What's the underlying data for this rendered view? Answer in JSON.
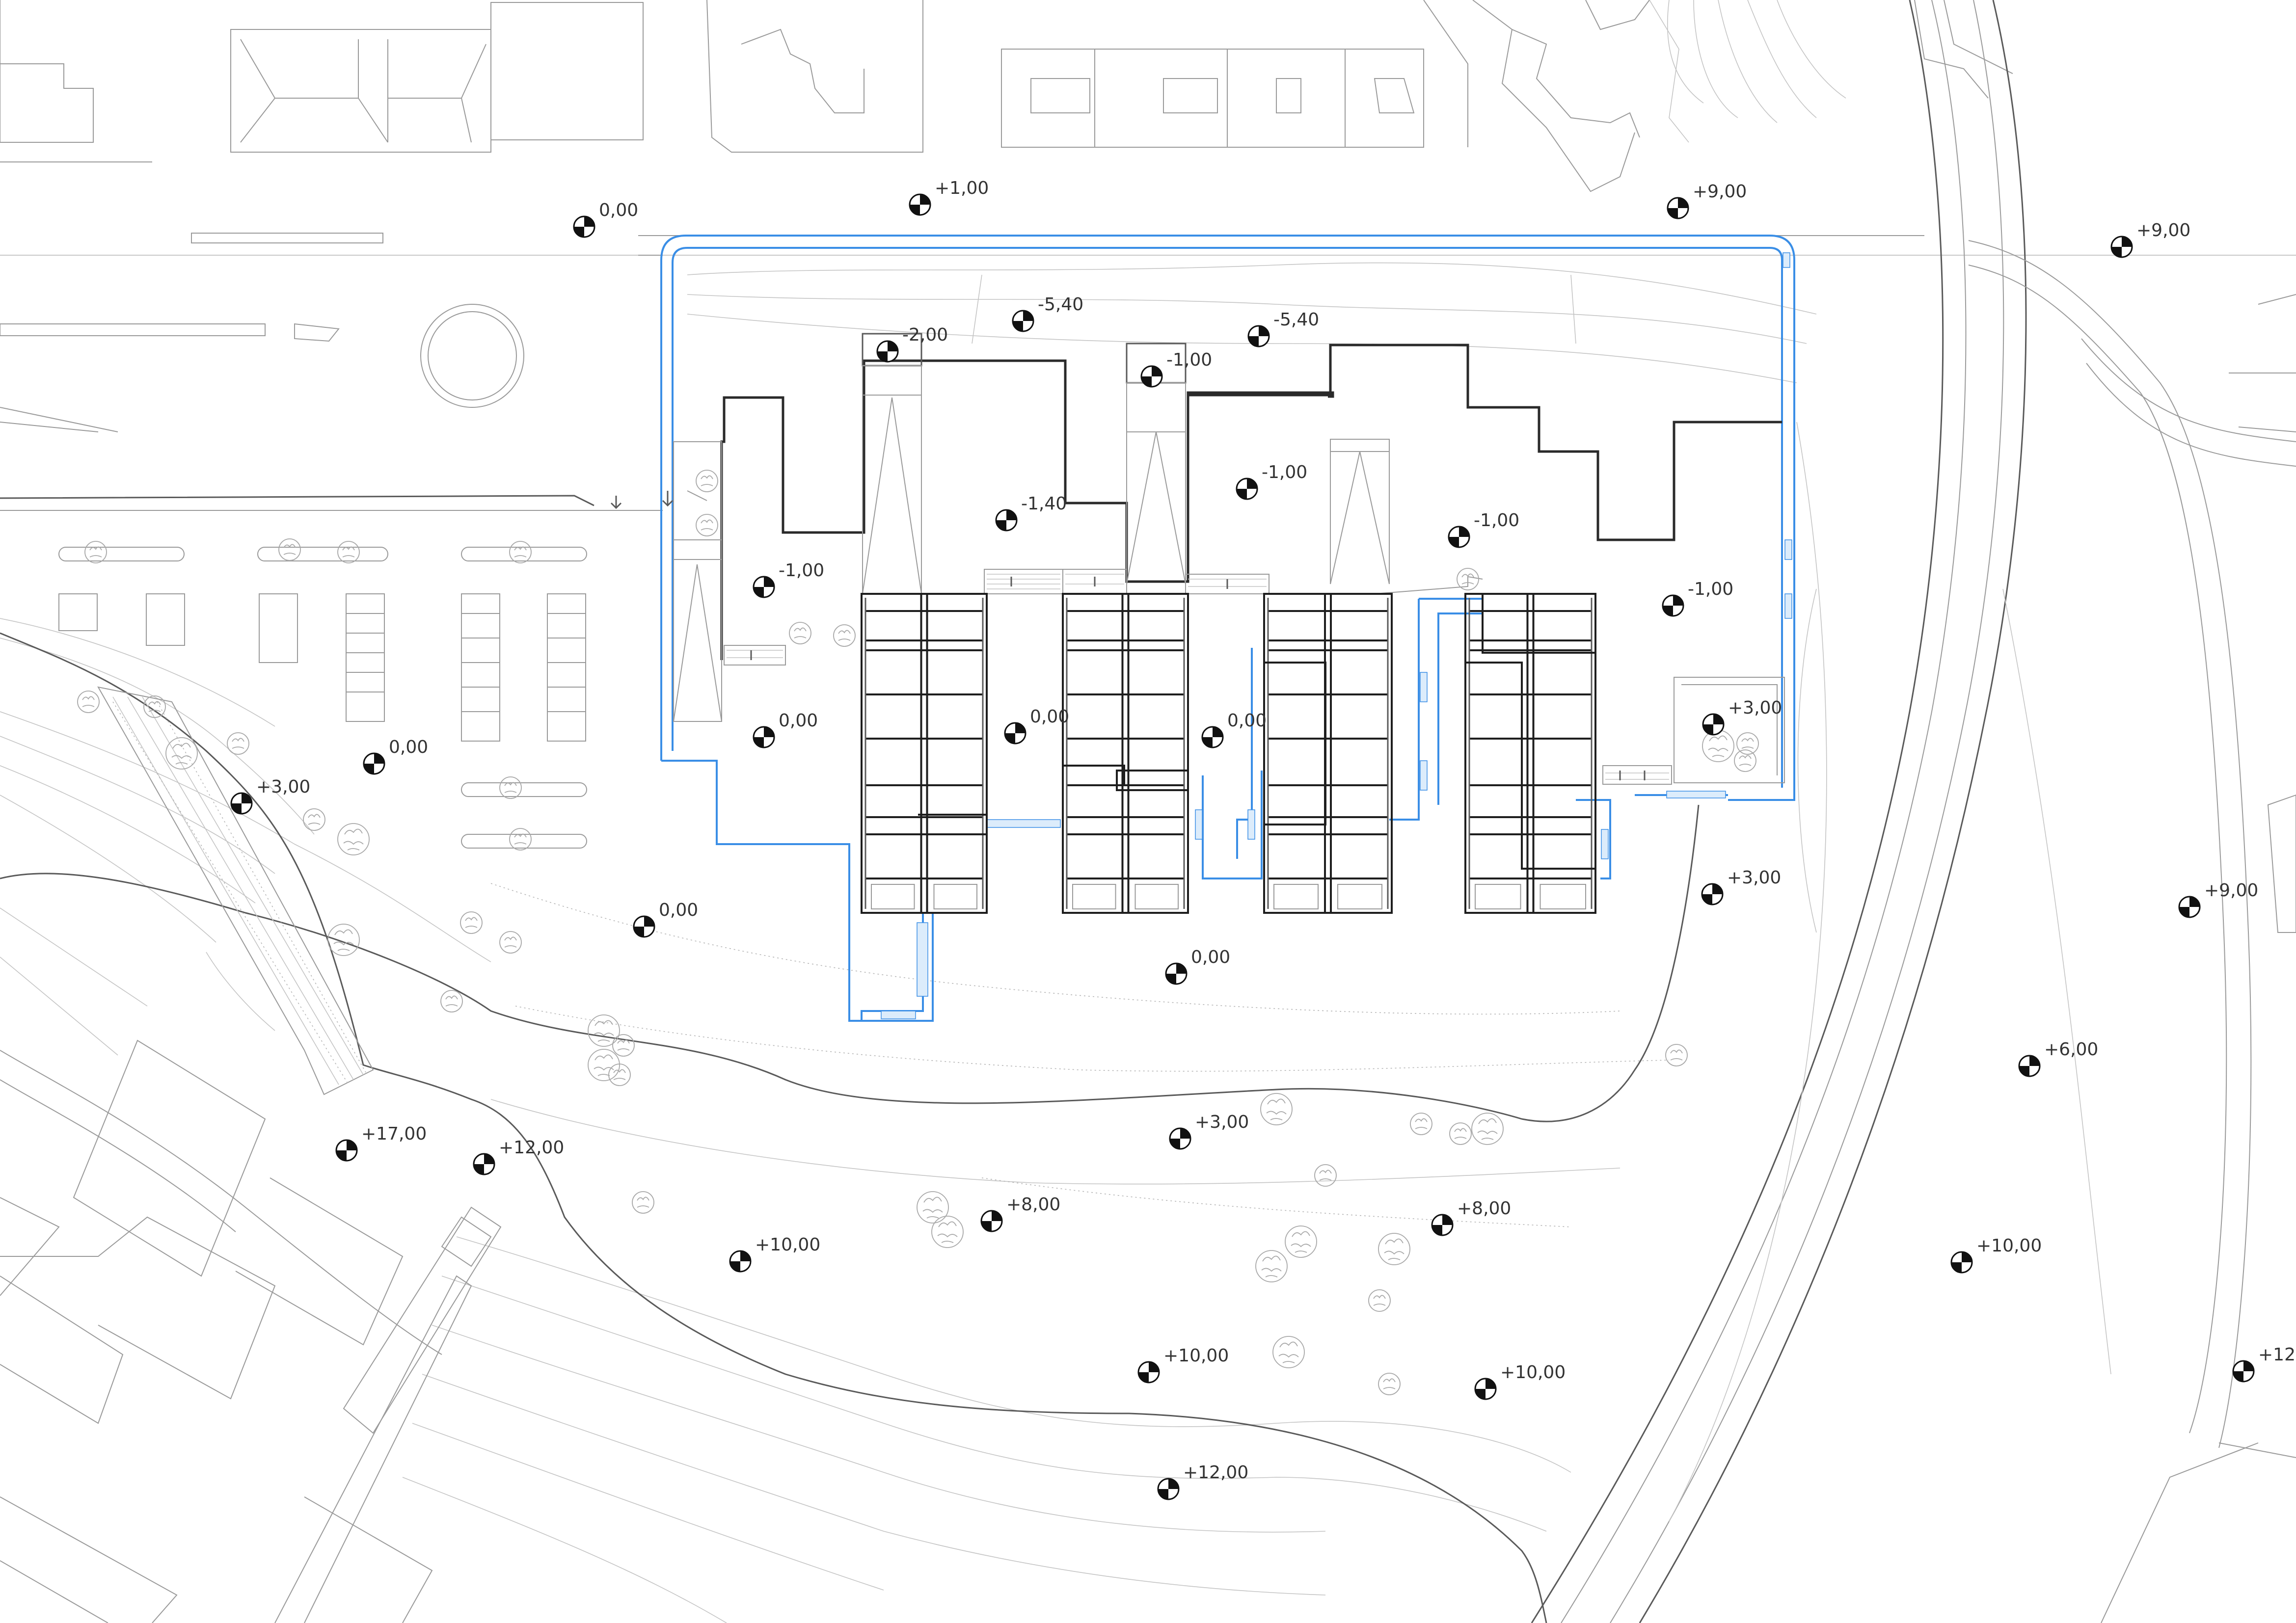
{
  "drawing": {
    "type": "site plan",
    "colors": {
      "line": "#2a2a2a",
      "context": "#9a9a9a",
      "path": "#3a8ee6",
      "background": "#ffffff"
    }
  },
  "levels": [
    {
      "id": "l01",
      "label": "0,00"
    },
    {
      "id": "l02",
      "label": "+1,00"
    },
    {
      "id": "l03",
      "label": "+9,00"
    },
    {
      "id": "l04",
      "label": "+9,00"
    },
    {
      "id": "l05",
      "label": "-2,00"
    },
    {
      "id": "l06",
      "label": "-5,40"
    },
    {
      "id": "l07",
      "label": "-5,40"
    },
    {
      "id": "l08",
      "label": "-1,00"
    },
    {
      "id": "l09",
      "label": "-1,00"
    },
    {
      "id": "l10",
      "label": "-1,40"
    },
    {
      "id": "l11",
      "label": "-1,00"
    },
    {
      "id": "l12",
      "label": "-1,00"
    },
    {
      "id": "l13",
      "label": "-1,00"
    },
    {
      "id": "l14",
      "label": "0,00"
    },
    {
      "id": "l15",
      "label": "0,00"
    },
    {
      "id": "l16",
      "label": "0,00"
    },
    {
      "id": "l17",
      "label": "0,00"
    },
    {
      "id": "l18",
      "label": "+3,00"
    },
    {
      "id": "l19",
      "label": "+3,00"
    },
    {
      "id": "l20",
      "label": "+3,00"
    },
    {
      "id": "l21",
      "label": "0,00"
    },
    {
      "id": "l22",
      "label": "0,00"
    },
    {
      "id": "l23",
      "label": "+9,00"
    },
    {
      "id": "l24",
      "label": "+6,00"
    },
    {
      "id": "l25",
      "label": "+3,00"
    },
    {
      "id": "l26",
      "label": "+17,00"
    },
    {
      "id": "l27",
      "label": "+12,00"
    },
    {
      "id": "l28",
      "label": "+8,00"
    },
    {
      "id": "l29",
      "label": "+8,00"
    },
    {
      "id": "l30",
      "label": "+10,00"
    },
    {
      "id": "l31",
      "label": "+10,00"
    },
    {
      "id": "l32",
      "label": "+10,00"
    },
    {
      "id": "l33",
      "label": "+10,00"
    },
    {
      "id": "l34",
      "label": "+12,00"
    },
    {
      "id": "l35",
      "label": "+12,"
    }
  ]
}
